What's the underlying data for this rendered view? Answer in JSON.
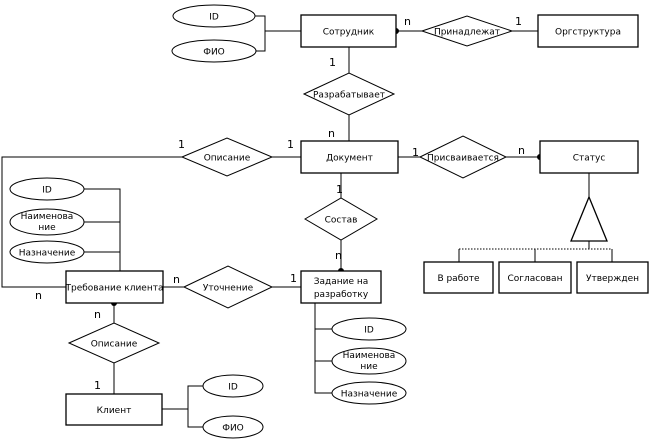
{
  "entities": {
    "sotrudnik": "Сотрудник",
    "orgstruktura": "Оргструктура",
    "dokument": "Документ",
    "status": "Статус",
    "trebovanie_line1": "Требование клиента",
    "zadanie_line1": "Задание на",
    "zadanie_line2": "разработку",
    "klient": "Клиент",
    "v_rabote": "В работе",
    "soglasovan": "Согласован",
    "utverzhden": "Утвержден"
  },
  "relationships": {
    "prinadlezhat": "Принадлежат",
    "razrabatyvaet": "Разрабатывает",
    "opisanie_doc": "Описание",
    "prisvaivaetsya": "Присваивается",
    "sostav": "Состав",
    "utochnenie": "Уточнение",
    "opisanie_client": "Описание"
  },
  "attributes": {
    "sotrudnik_id": "ID",
    "sotrudnik_fio": "ФИО",
    "treb_id": "ID",
    "treb_name_line1": "Наименова",
    "treb_name_line2": "ние",
    "treb_purpose": "Назначение",
    "zad_id": "ID",
    "zad_name_line1": "Наименова",
    "zad_name_line2": "ние",
    "zad_purpose": "Назначение",
    "klient_id": "ID",
    "klient_fio": "ФИО"
  },
  "cardinalities": {
    "sotr_prin": "n",
    "org_prin": "1",
    "sotr_razr": "1",
    "doc_razr": "n",
    "treb_opis": "1",
    "doc_opis": "1",
    "doc_prisv": "1",
    "status_prisv": "n",
    "doc_sostav": "1",
    "zad_sostav": "n",
    "treb_utoch": "n",
    "zad_utoch": "1",
    "treb_loop": "n",
    "treb_opis2": "n",
    "klient_opis2": "1"
  }
}
